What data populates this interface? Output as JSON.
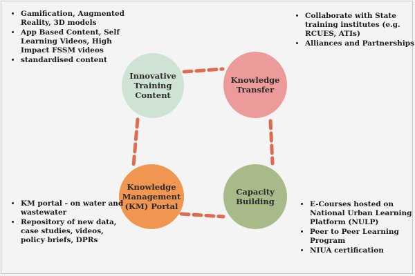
{
  "colors": {
    "background": "#f4f4f4",
    "connector": "#dc6b52",
    "innovative": "#cfe3d4",
    "knowledge_transfer": "#ec9b9a",
    "km_portal": "#f09650",
    "capacity_building": "#a8b98a"
  },
  "nodes": {
    "innovative": "Innovative Training Content",
    "knowledge_transfer": "Knowledge Transfer",
    "km_portal": "Knowledge Management (KM) Portal",
    "capacity_building": "Capacity Building"
  },
  "panels": {
    "top_left": [
      "Gamification, Augmented Reality,  3D models",
      "App Based Content, Self Learning Videos, High Impact FSSM videos",
      "standardised content"
    ],
    "top_right": [
      "Collaborate with State training institutes (e.g. RCUES, ATIs)",
      "Alliances and Partnerships"
    ],
    "bottom_left": [
      "KM portal - on water and wastewater",
      "Repository of  new data, case studies, videos, policy briefs, DPRs"
    ],
    "bottom_right": [
      "E-Courses hosted on National Urban Learning Platform (NULP)",
      "Peer to Peer Learning Program",
      "NIUA certification"
    ]
  }
}
